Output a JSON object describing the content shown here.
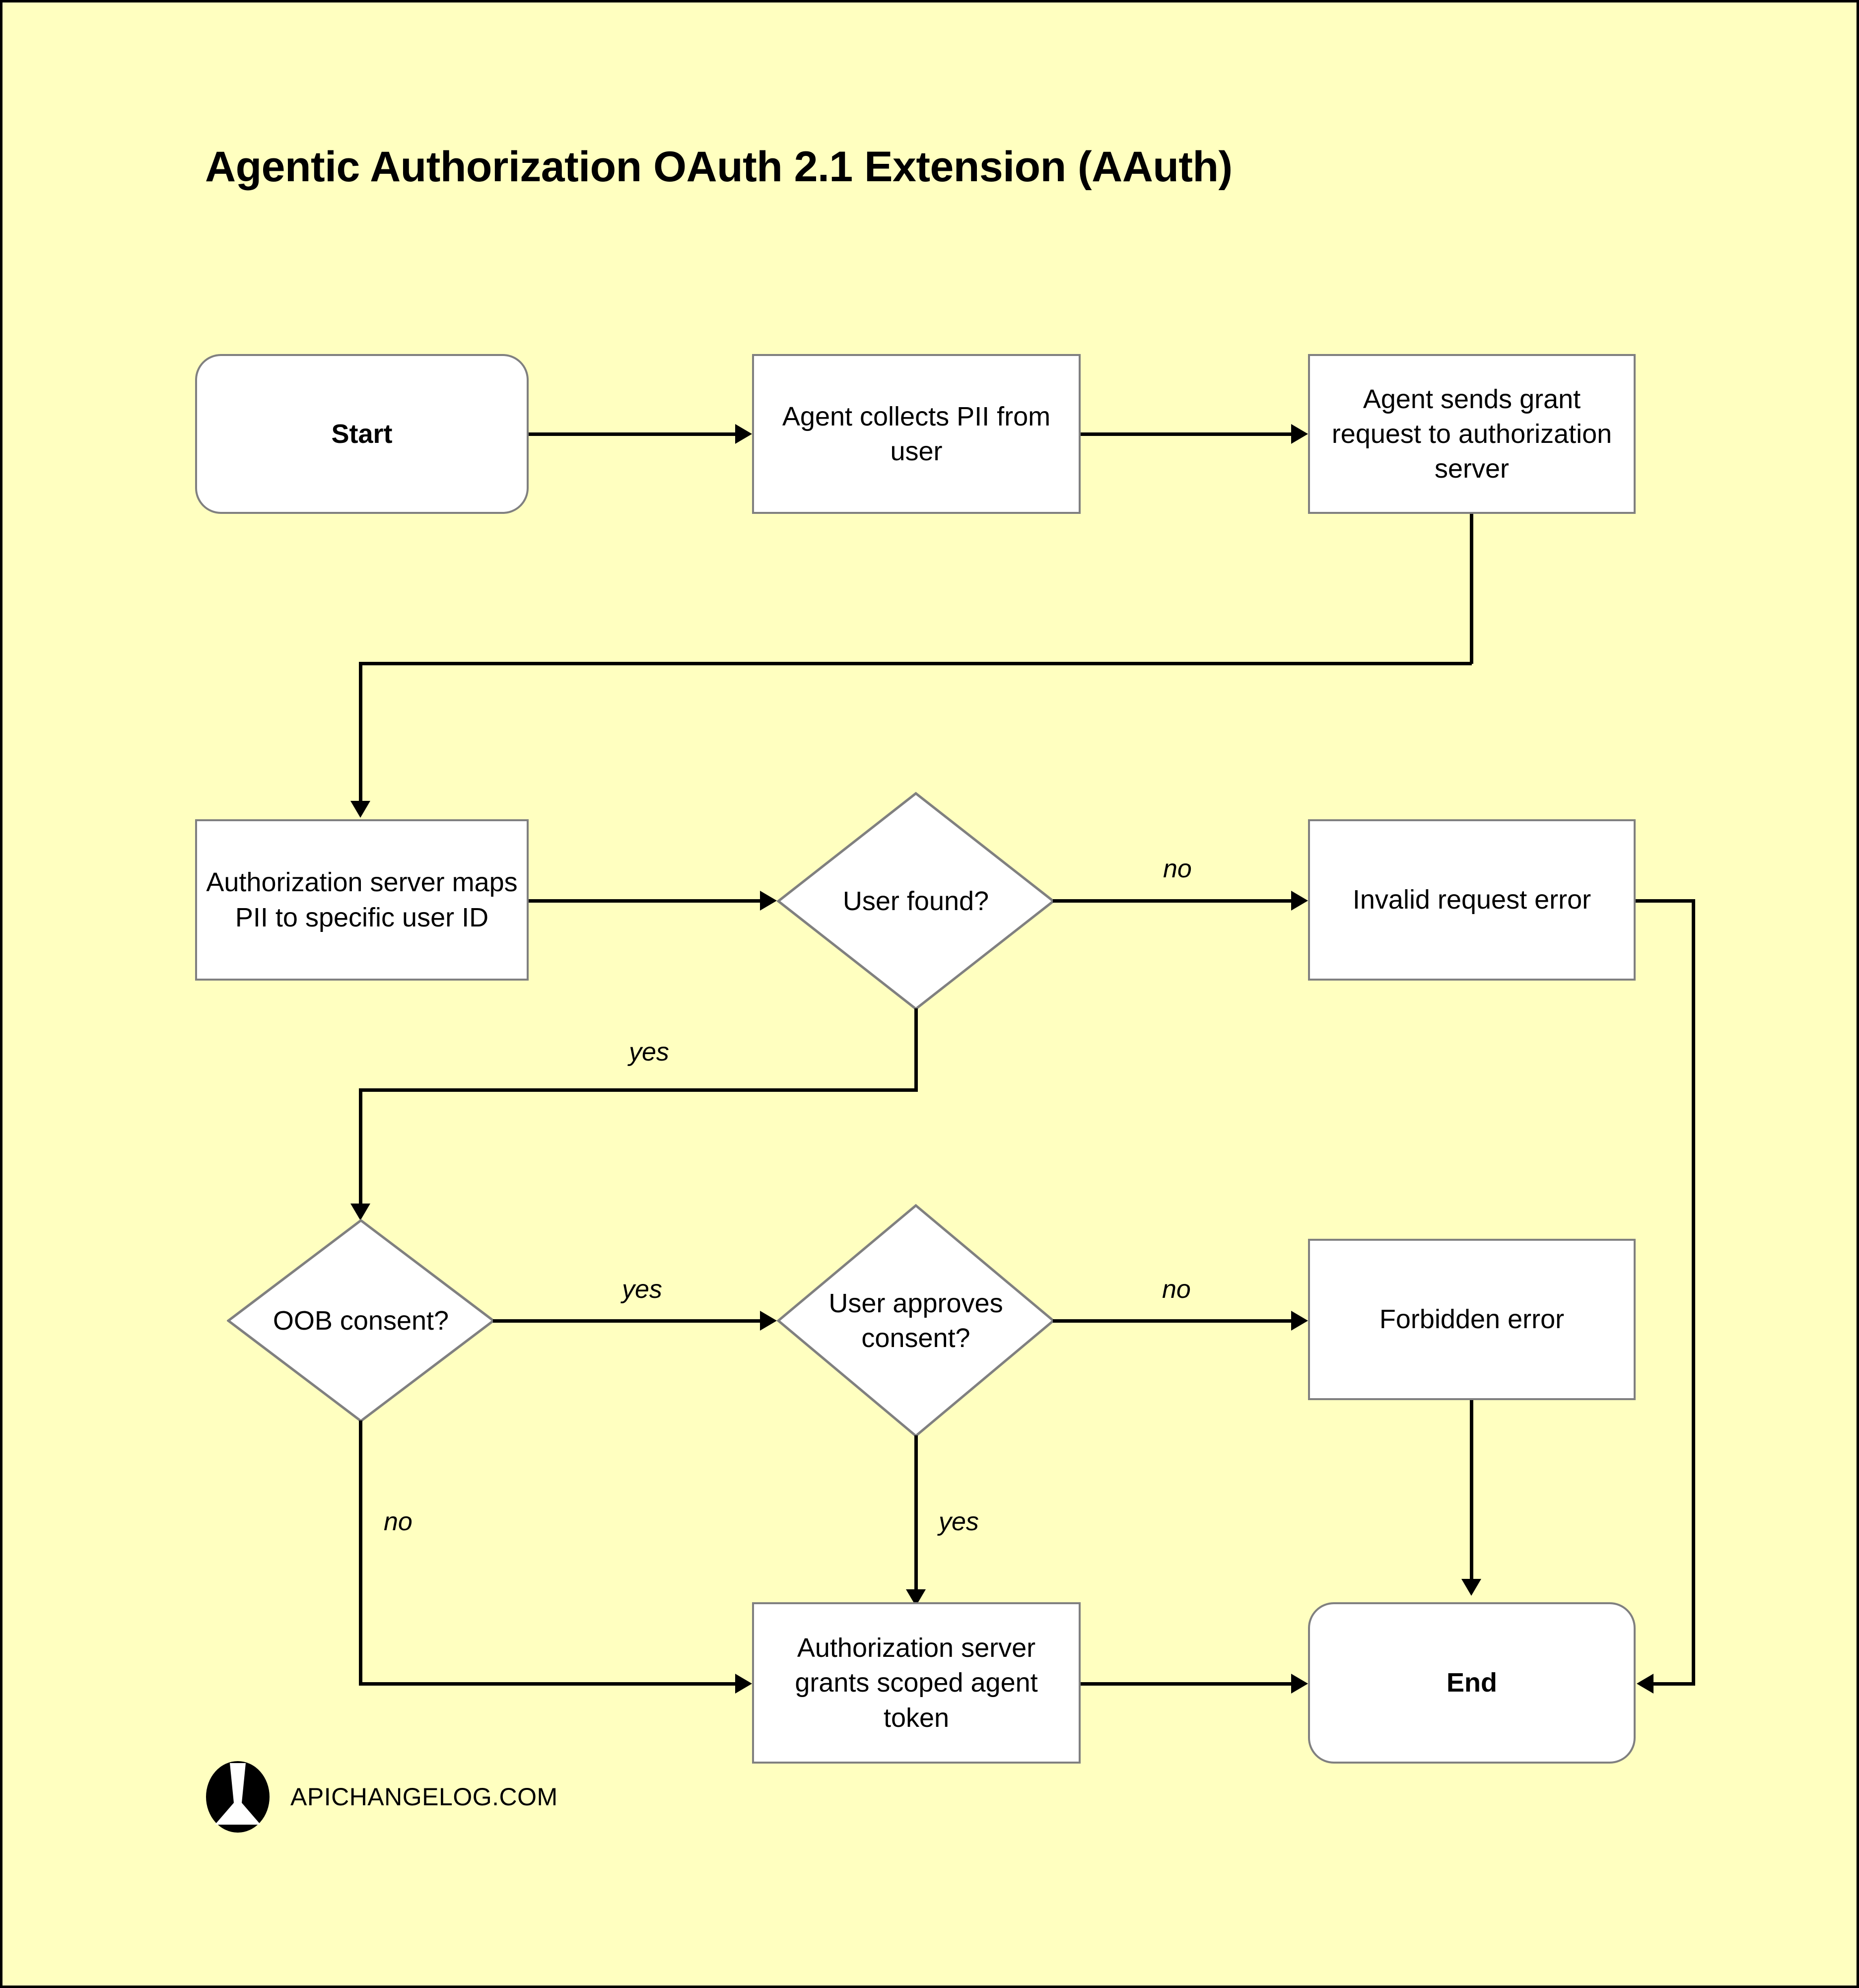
{
  "diagram": {
    "title": "Agentic Authorization OAuth 2.1 Extension (AAuth)",
    "background_color": "#FFFFC0",
    "node_fill": "#FFFFFF",
    "node_border": "#808080",
    "connector_color": "#000000",
    "type": "flowchart"
  },
  "nodes": {
    "start": {
      "label": "Start",
      "shape": "rounded-terminal"
    },
    "collect_pii": {
      "label": "Agent collects PII from user",
      "shape": "process"
    },
    "send_grant": {
      "label": "Agent sends grant request to authorization server",
      "shape": "process"
    },
    "map_pii": {
      "label": "Authorization server maps PII to specific user ID",
      "shape": "process"
    },
    "user_found": {
      "label": "User found?",
      "shape": "decision"
    },
    "invalid_request": {
      "label": "Invalid request error",
      "shape": "process"
    },
    "oob_consent": {
      "label": "OOB consent?",
      "shape": "decision"
    },
    "user_approves": {
      "label": "User approves consent?",
      "shape": "decision"
    },
    "forbidden": {
      "label": "Forbidden error",
      "shape": "process"
    },
    "grant_token": {
      "label": "Authorization server grants scoped agent token",
      "shape": "process"
    },
    "end": {
      "label": "End",
      "shape": "rounded-terminal"
    }
  },
  "edge_labels": {
    "user_found_no": "no",
    "user_found_yes": "yes",
    "oob_consent_yes": "yes",
    "oob_consent_no": "no",
    "user_approves_no": "no",
    "user_approves_yes": "yes"
  },
  "footer": {
    "site": "APICHANGELOG.COM",
    "logo_name": "apichangelog-logo"
  }
}
